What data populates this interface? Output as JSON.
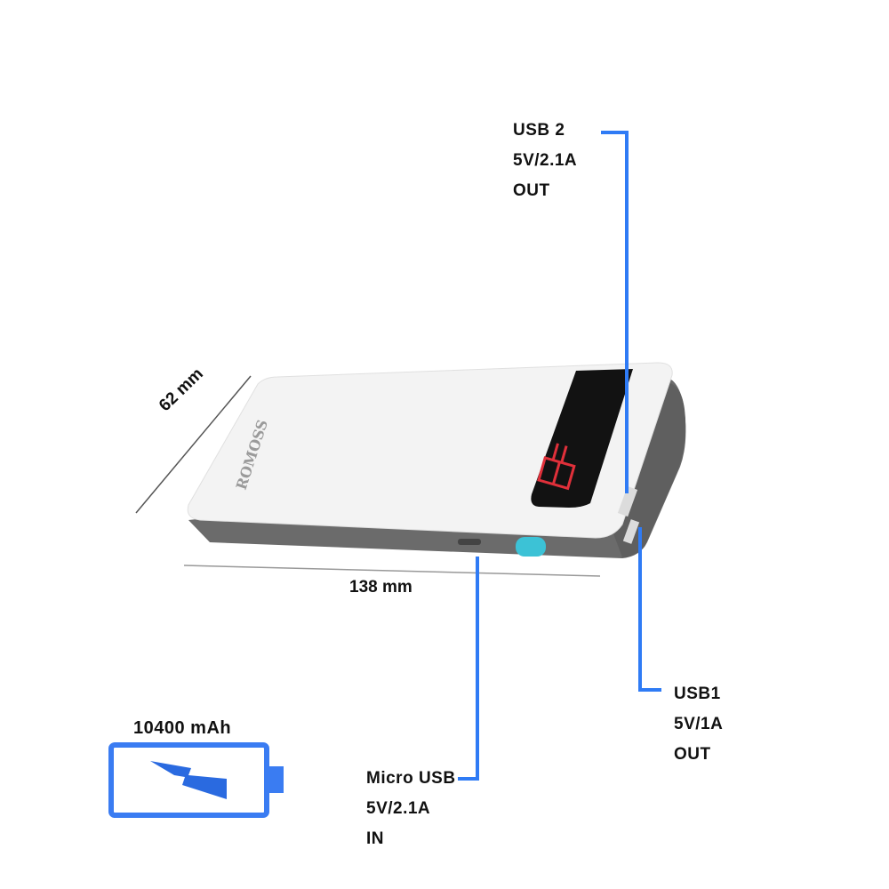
{
  "ports": {
    "usb2": {
      "name": "USB 2",
      "spec": "5V/2.1A",
      "direction": "OUT"
    },
    "usb1": {
      "name": "USB1",
      "spec": "5V/1A",
      "direction": "OUT"
    },
    "micro_usb": {
      "name": "Micro USB",
      "spec": "5V/2.1A",
      "direction": "IN"
    }
  },
  "dimensions": {
    "width": "62 mm",
    "length": "138 mm"
  },
  "capacity": "10400 mAh",
  "brand": "ROMOSS",
  "display_text": "88",
  "colors": {
    "callout_line": "#2f7bf5",
    "battery_outline": "#3a7cf2",
    "bolt": "#2a6ae0",
    "body_white": "#f2f2f2",
    "body_gray": "#6b6b6b",
    "button_teal": "#3cc2d6",
    "led_red": "#e0303a"
  },
  "icons": [
    "battery-icon",
    "lightning-bolt-icon"
  ]
}
